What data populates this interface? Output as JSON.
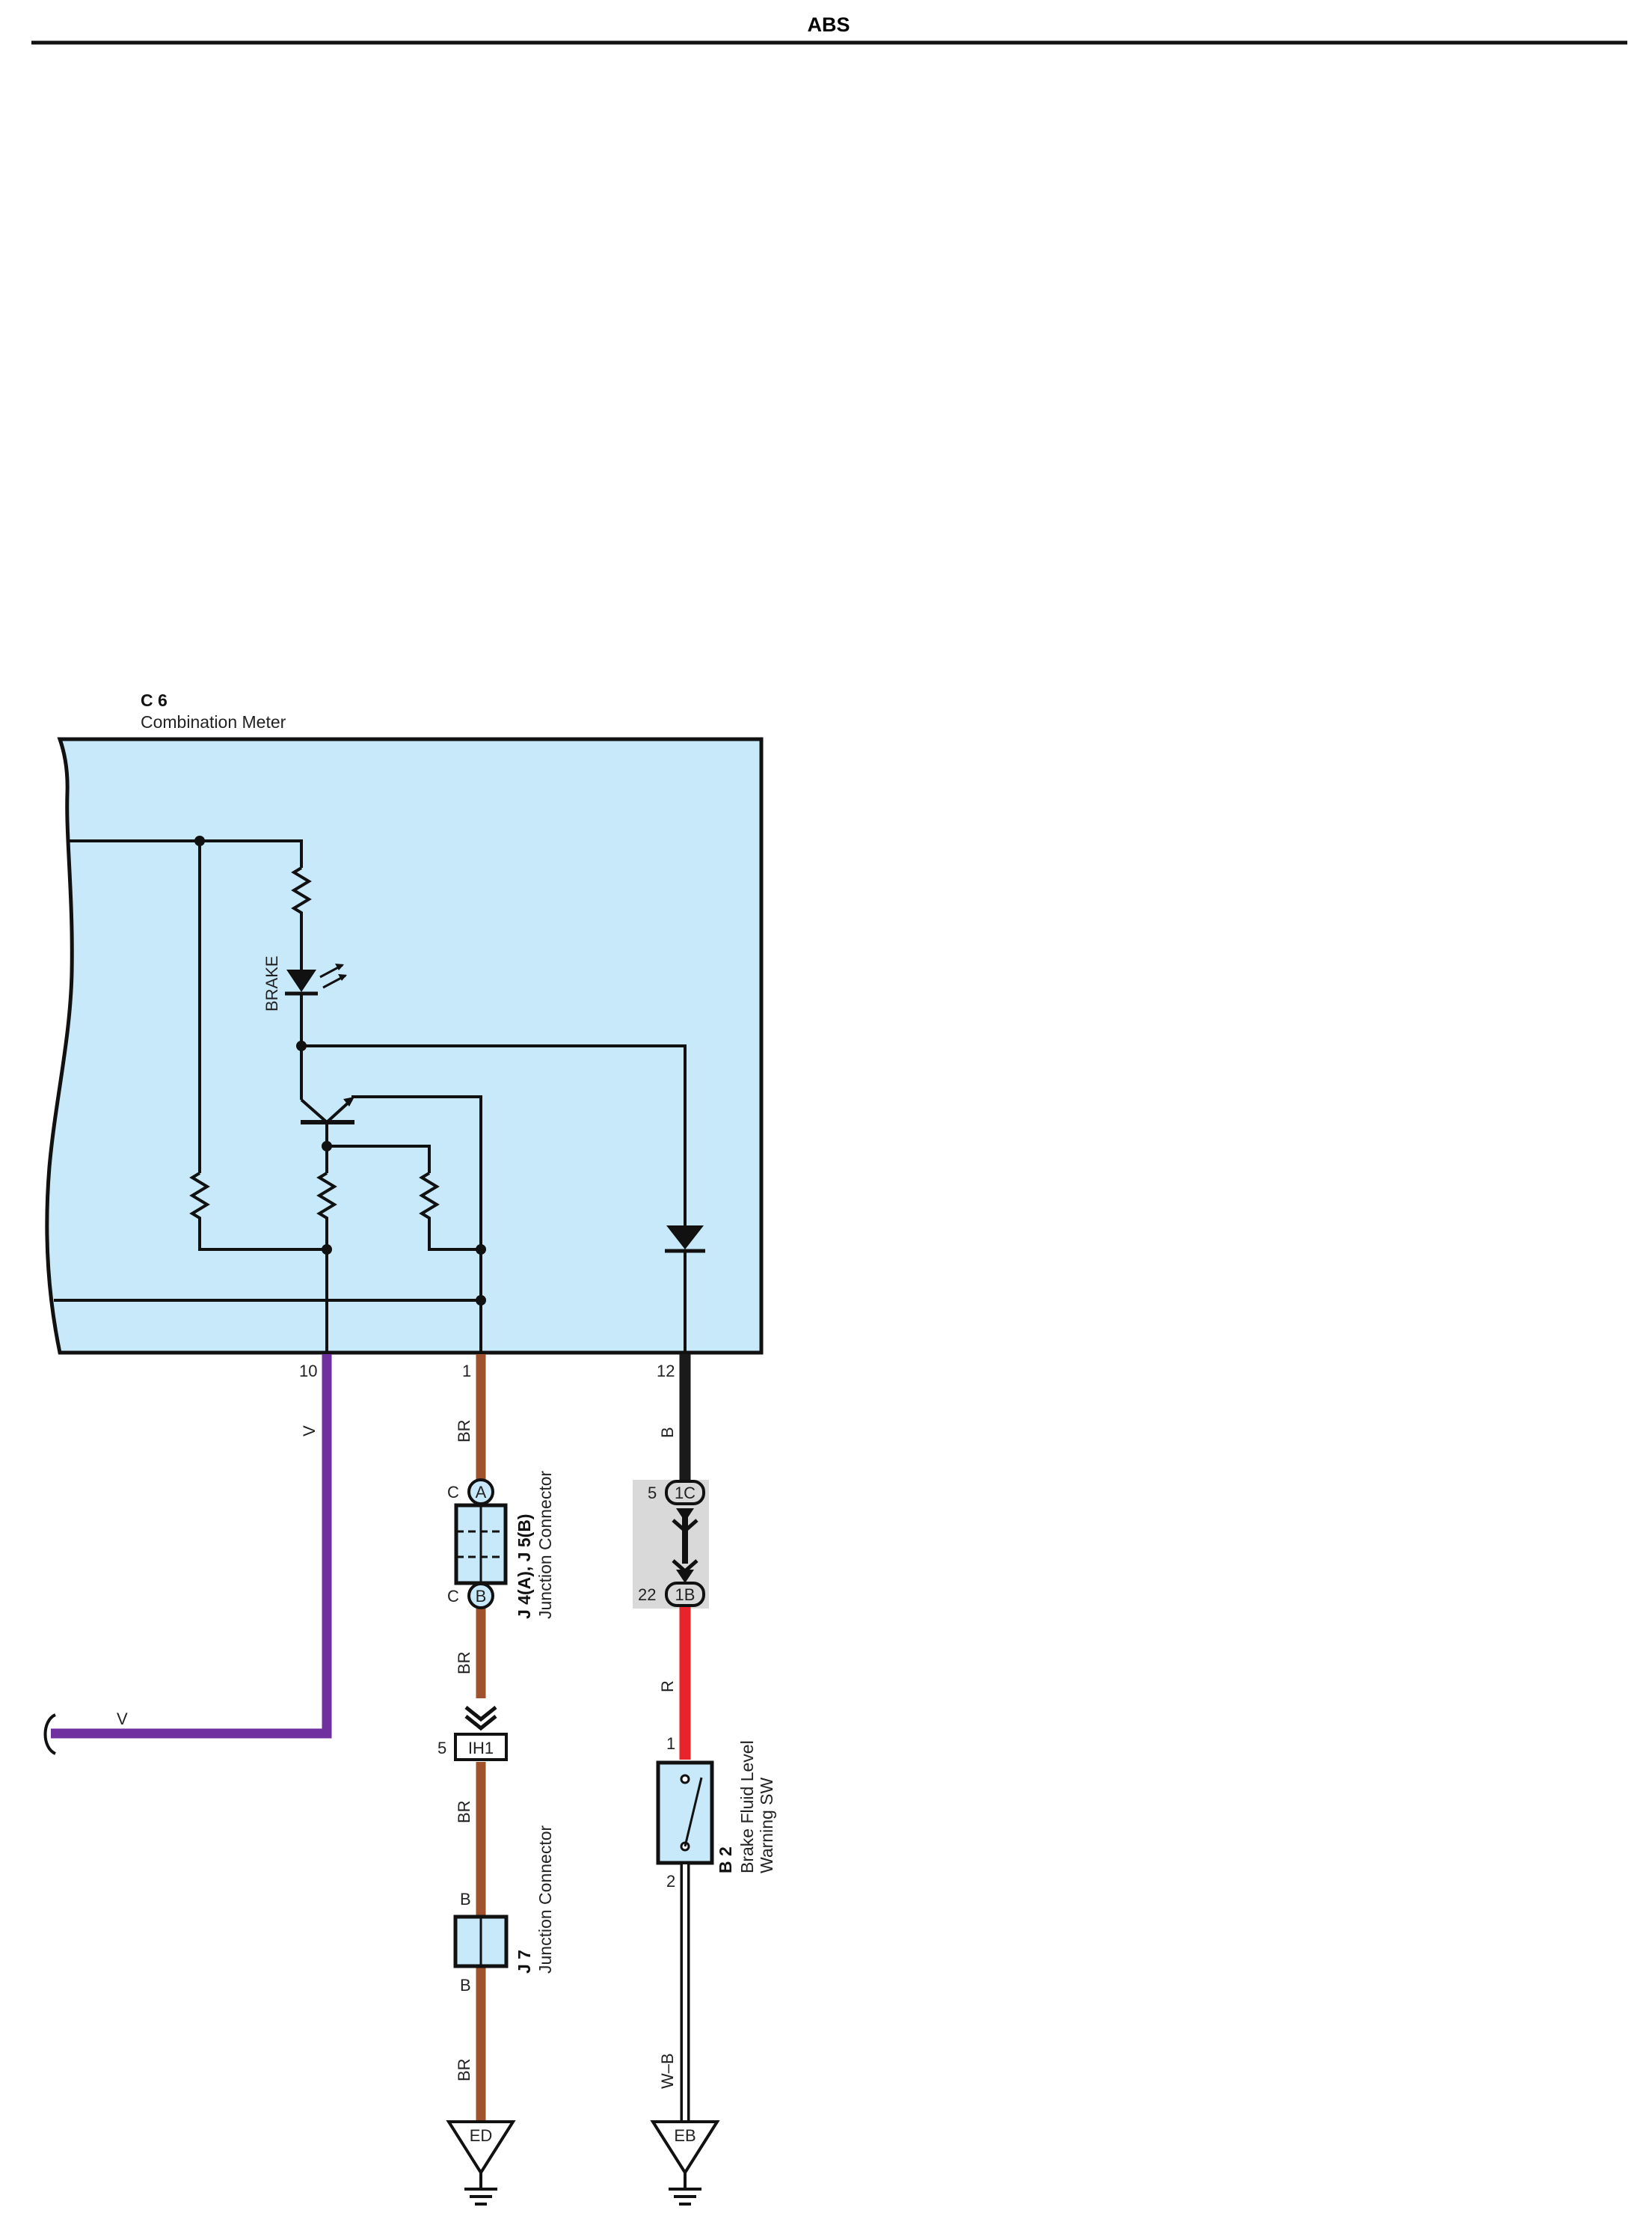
{
  "header": {
    "title": "ABS"
  },
  "combination_meter": {
    "code": "C 6",
    "name": "Combination Meter",
    "indicator": "BRAKE",
    "pins": {
      "v": "10",
      "br": "1",
      "b": "12"
    }
  },
  "wires": {
    "v_upper": "V",
    "v_left": "V",
    "br_1": "BR",
    "br_2": "BR",
    "br_3": "BR",
    "br_4": "BR",
    "b_top": "B",
    "r": "R",
    "wb": "W–B"
  },
  "junction_j4j5": {
    "code": "J 4(A), J 5(B)",
    "name": "Junction Connector",
    "top_letter": "C",
    "top_circle": "A",
    "bottom_letter": "C",
    "bottom_circle": "B"
  },
  "ih1": {
    "pin": "5",
    "label": "IH1"
  },
  "junction_j7": {
    "code": "J 7",
    "name": "Junction Connector",
    "top_pin": "B",
    "bottom_pin": "B"
  },
  "connector_1c_1b": {
    "top_pin": "5",
    "top_label": "1C",
    "bottom_pin": "22",
    "bottom_label": "1B"
  },
  "switch_b2": {
    "code": "B 2",
    "name_line1": "Brake Fluid Level",
    "name_line2": "Warning SW",
    "pin_top": "1",
    "pin_bottom": "2"
  },
  "grounds": {
    "left": "ED",
    "right": "EB"
  },
  "colors": {
    "meter_fill": "#c8e9f9",
    "wire_v": "#7030a0",
    "wire_br": "#a0522d",
    "wire_b": "#1a1a1a",
    "wire_r": "#e8232a",
    "connector_fill": "#c8e9f9",
    "relay_box": "#d9d9d9"
  }
}
